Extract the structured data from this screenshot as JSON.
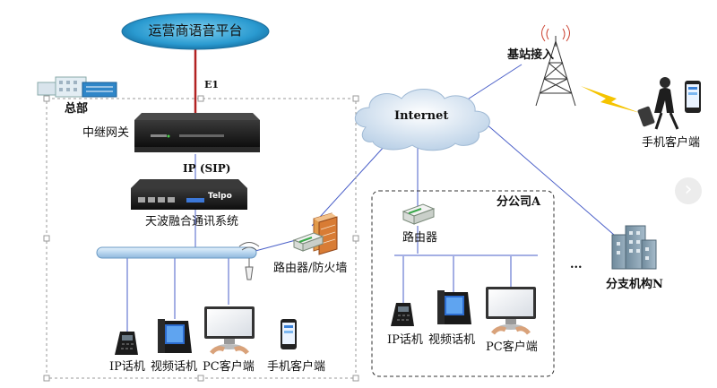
{
  "platform": "运营商语音平台",
  "e1": "E1",
  "hq": "总部",
  "trunk_gateway": "中继网关",
  "ip_sip": "IP (SIP)",
  "tianbo_system": "天波融合通讯系统",
  "server_brand": "Telpo",
  "router_firewall": "路由器/防火墙",
  "internet": "Internet",
  "base_station": "基站接入",
  "mobile_client_remote": "手机客户端",
  "branch_a": "分公司A",
  "router": "路由器",
  "branch_n": "分支机构N",
  "ellipsis": "...",
  "hq_terminals": {
    "ip_phone": "IP话机",
    "video_phone": "视频话机",
    "pc_client": "PC客户端",
    "mobile_client": "手机客户端"
  },
  "branch_terminals": {
    "ip_phone": "IP话机",
    "video_phone": "视频话机",
    "pc_client": "PC客户端"
  },
  "nav_next": "›",
  "colors": {
    "platform": "#2b9bd1",
    "uplink": "#b22222",
    "links": "#4a5fc8",
    "bus": "#c6def2"
  }
}
